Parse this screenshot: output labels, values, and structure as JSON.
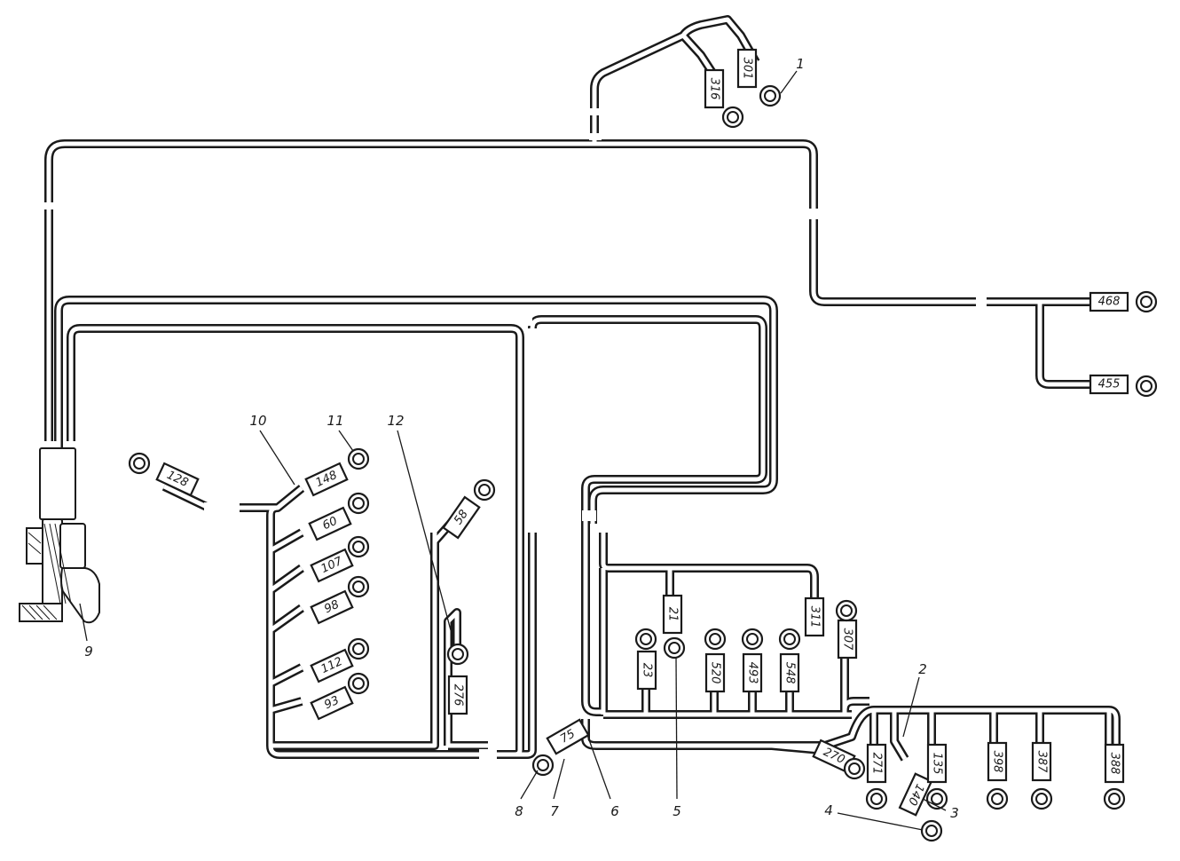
{
  "tags": {
    "t301": "301",
    "t316": "316",
    "t468": "468",
    "t455": "455",
    "t128": "128",
    "t148": "148",
    "t60": "60",
    "t107": "107",
    "t98": "98",
    "t112": "112",
    "t93": "93",
    "t58": "58",
    "t276": "276",
    "t21": "21",
    "t311": "311",
    "t23": "23",
    "t520": "520",
    "t493": "493",
    "t548": "548",
    "t307": "307",
    "t75": "75",
    "t270": "270",
    "t271": "271",
    "t140": "140",
    "t135": "135",
    "t398": "398",
    "t387": "387",
    "t388": "388"
  },
  "callouts": {
    "c1": "1",
    "c2": "2",
    "c3": "3",
    "c4": "4",
    "c5": "5",
    "c6": "6",
    "c7": "7",
    "c8": "8",
    "c9": "9",
    "c10": "10",
    "c11": "11",
    "c12": "12"
  }
}
